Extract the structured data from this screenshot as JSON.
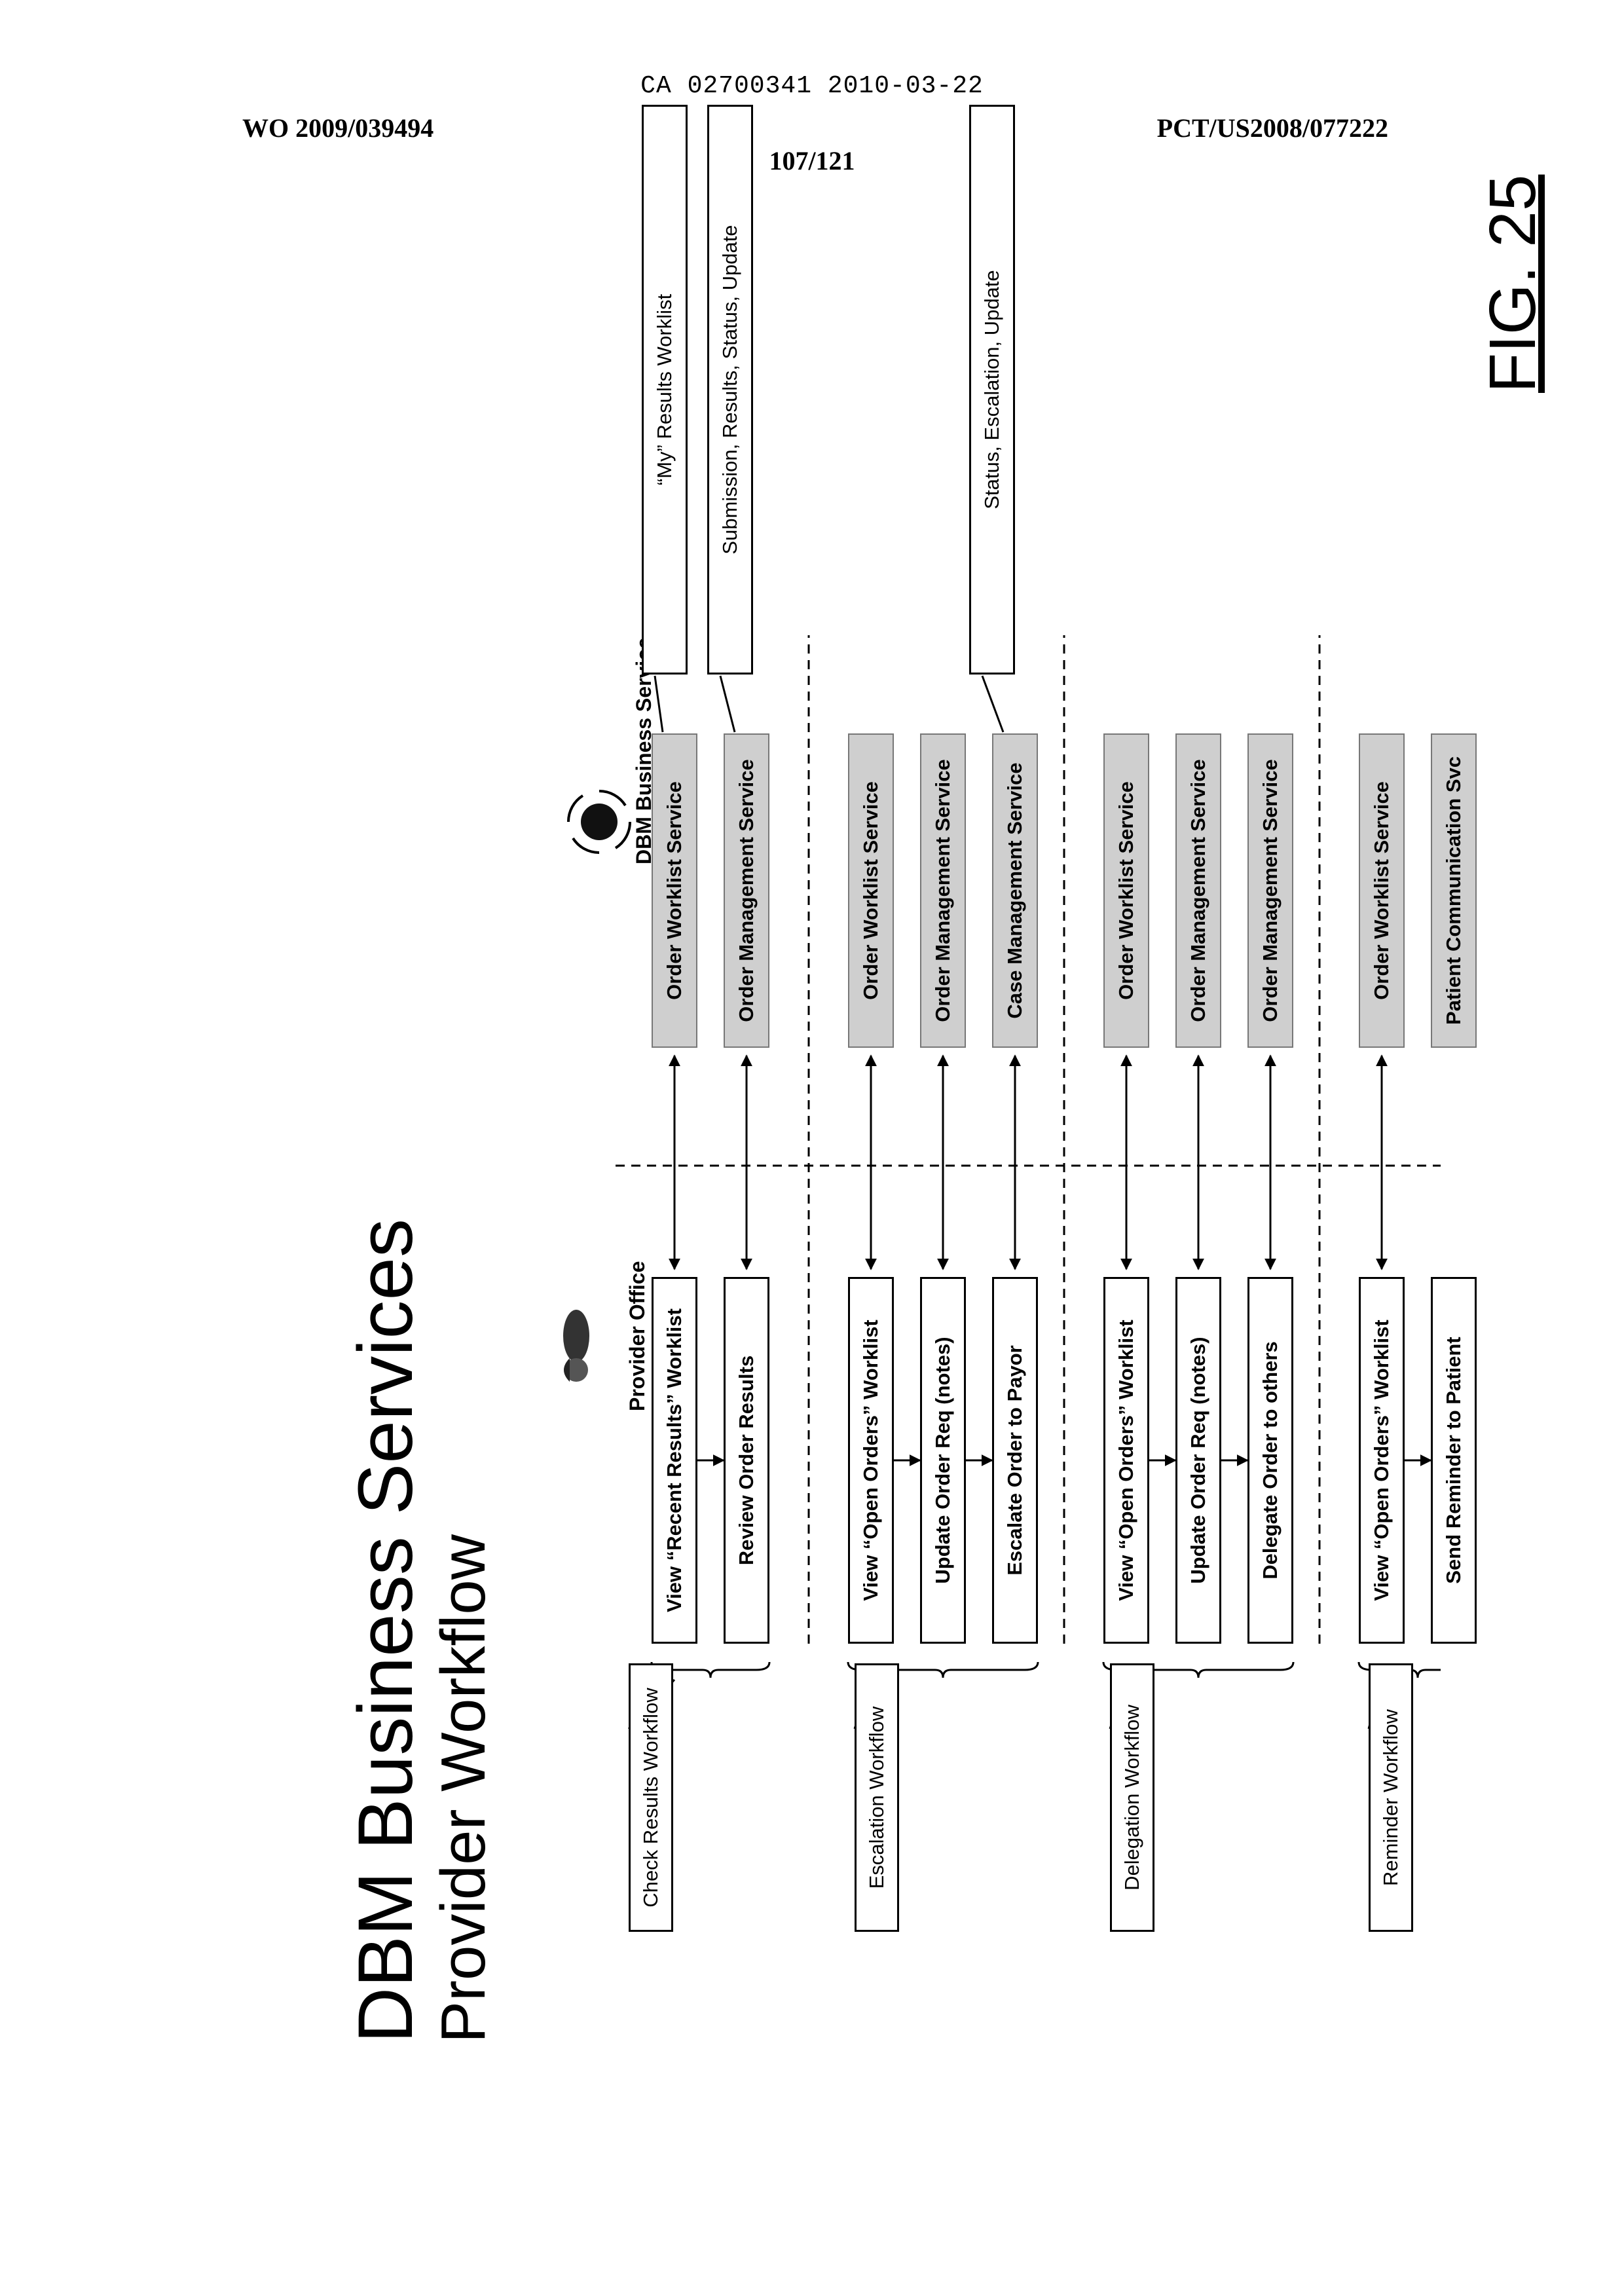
{
  "header": {
    "doc_id": "CA 02700341 2010-03-22",
    "pub_number": "WO 2009/039494",
    "app_number": "PCT/US2008/077222",
    "sheet": "107/121"
  },
  "figure": {
    "title": "DBM Business Services",
    "subtitle": "Provider Workflow",
    "provider_caption": "Provider Office",
    "service_caption": "DBM Business Service",
    "fig_label": "FIG. 25"
  },
  "workflows": [
    {
      "label": "Check Results Workflow",
      "steps": [
        "View “Recent Results” Worklist",
        "Review Order Results"
      ],
      "services": [
        "Order Worklist Service",
        "Order Management Service"
      ],
      "callouts": [
        "“My” Results Worklist",
        "Submission, Results, Status, Update"
      ]
    },
    {
      "label": "Escalation Workflow",
      "steps": [
        "View “Open Orders” Worklist",
        "Update Order Req (notes)",
        "Escalate Order to Payor"
      ],
      "services": [
        "Order Worklist Service",
        "Order Management Service",
        "Case Management Service"
      ],
      "callouts": [
        "Status, Escalation, Update"
      ]
    },
    {
      "label": "Delegation Workflow",
      "steps": [
        "View “Open Orders” Worklist",
        "Update Order Req (notes)",
        "Delegate Order to others"
      ],
      "services": [
        "Order Worklist Service",
        "Order Management Service",
        "Order Management Service"
      ],
      "callouts": []
    },
    {
      "label": "Reminder Workflow",
      "steps": [
        "View “Open Orders” Worklist",
        "Send Reminder to Patient"
      ],
      "services": [
        "Order Worklist Service",
        "Patient Communication Svc"
      ],
      "callouts": []
    }
  ]
}
